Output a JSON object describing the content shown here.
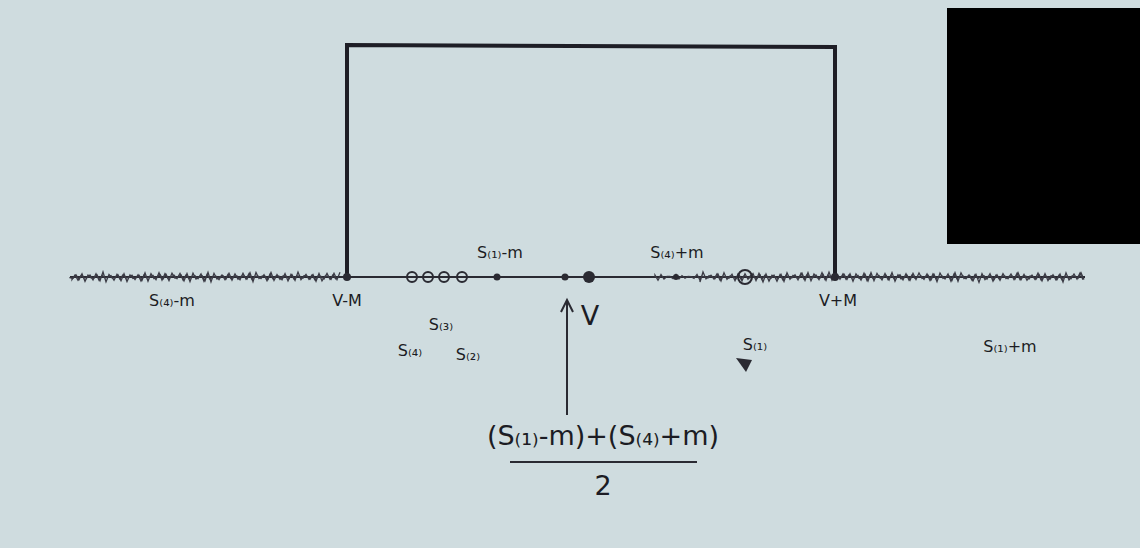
{
  "diagram": {
    "labels": [
      "S₍₁₎-m",
      "S₍₄₎+m",
      "S₍₄₎-m",
      "V-M",
      "V",
      "V+M",
      "S₍₃₎",
      "S₍₁₎",
      "S₍₁₎+m",
      "S₍₄₎",
      "S₍₂₎",
      "(S₍₁₎-m)+(S₍₄₎+m)",
      "2"
    ]
  }
}
